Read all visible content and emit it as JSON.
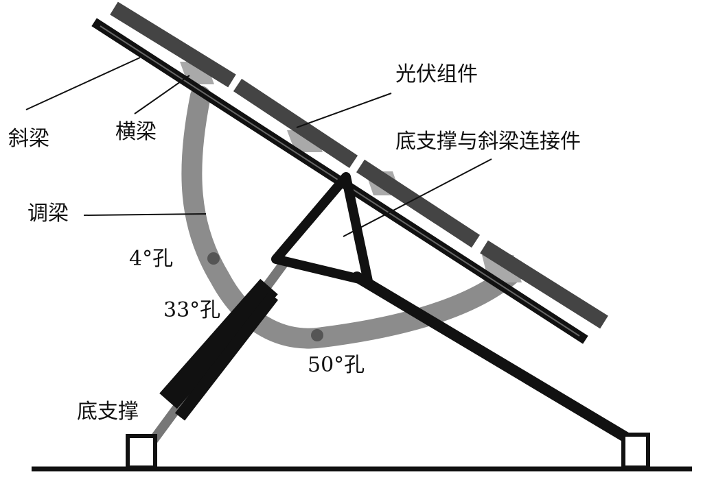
{
  "labels": {
    "slant_beam": "斜梁",
    "cross_beam": "横梁",
    "pv_module": "光伏组件",
    "connector": "底支撑与斜梁连接件",
    "adjust_beam": "调梁",
    "hole_4": "4°孔",
    "hole_33": "33°孔",
    "hole_50": "50°孔",
    "bottom_support": "底支撑"
  },
  "colors": {
    "frame": "#111111",
    "panel": "#444444",
    "adjust_beam": "#8c8c8c",
    "cross_beam": "#a9a9a9",
    "hole": "#555555"
  }
}
